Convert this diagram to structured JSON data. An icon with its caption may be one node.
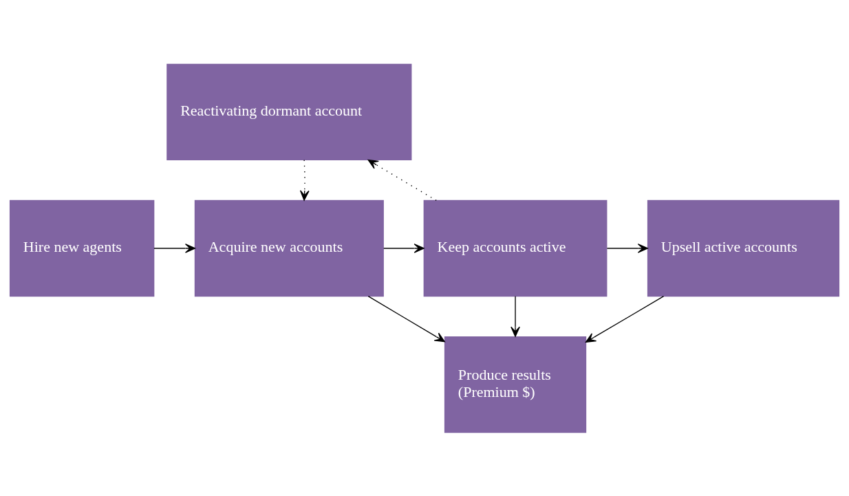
{
  "diagram": {
    "nodes": [
      {
        "text": [
          "Reactivating dormant account"
        ]
      },
      {
        "text": [
          "Hire new agents"
        ]
      },
      {
        "text": [
          "Acquire new accounts"
        ]
      },
      {
        "text": [
          "Keep accounts active"
        ]
      },
      {
        "text": [
          "Upsell active accounts"
        ]
      },
      {
        "text": [
          "Produce results",
          "(Premium $)"
        ]
      }
    ],
    "edges": [
      {
        "from": 1,
        "to": 2,
        "arrow": "to"
      },
      {
        "from": 2,
        "to": 3,
        "arrow": "to"
      },
      {
        "from": 3,
        "to": 4,
        "arrow": "to"
      },
      {
        "from": 3,
        "to": 0,
        "arrow": "to",
        "style": "dashed"
      },
      {
        "from": 0,
        "to": 2,
        "arrow": "to",
        "style": "dashed"
      },
      {
        "from": 2,
        "to": 5,
        "arrow": "to"
      },
      {
        "from": 3,
        "to": 5,
        "arrow": "to"
      },
      {
        "from": 4,
        "to": 5,
        "arrow": "to"
      }
    ]
  }
}
